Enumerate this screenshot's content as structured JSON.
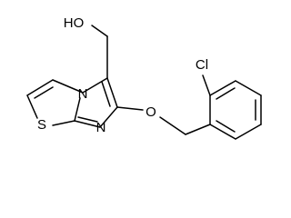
{
  "molecule": {
    "labels": {
      "hydroxyl": "HO",
      "chlorine": "Cl",
      "ring_nitrogen": "N",
      "imine_nitrogen": "N",
      "sulfur": "S",
      "ether_oxygen": "O"
    }
  },
  "colors": {
    "bond": "#000000",
    "text": "#000000",
    "background": "#ffffff"
  }
}
